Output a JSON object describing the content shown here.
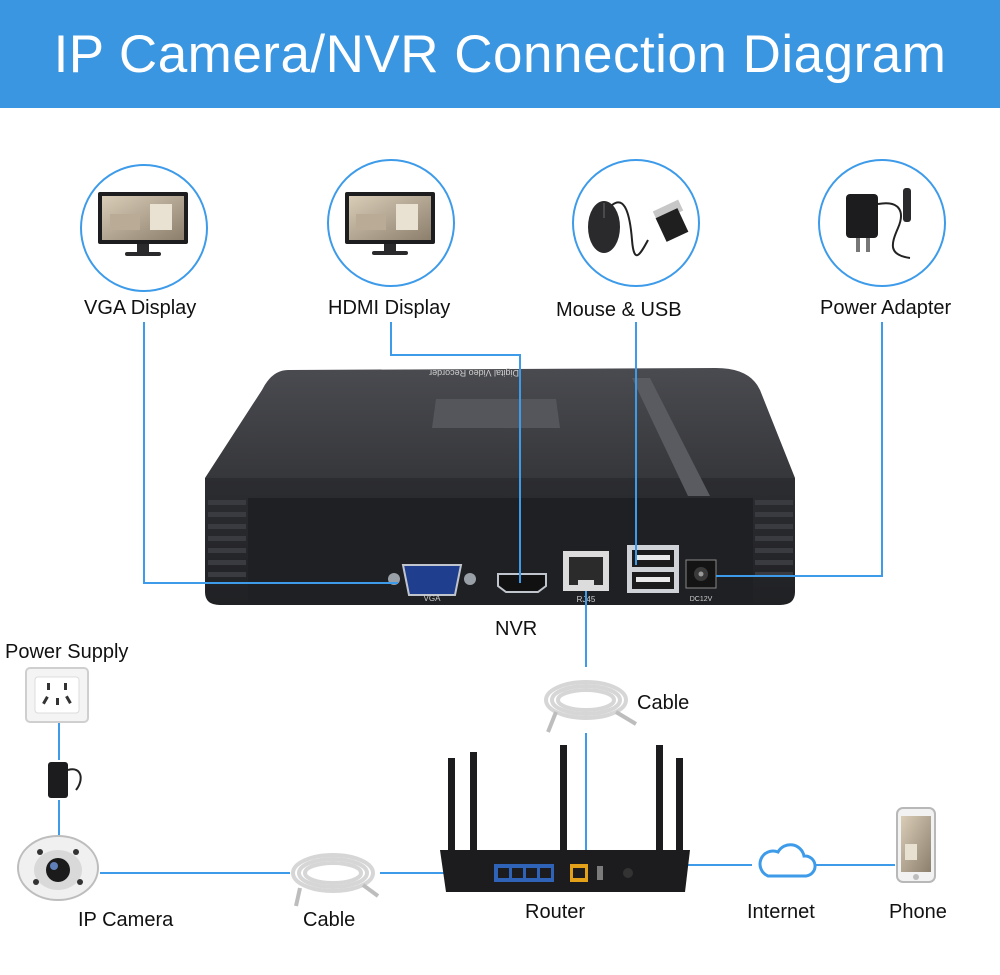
{
  "title": "IP Camera/NVR Connection Diagram",
  "colors": {
    "banner": "#3a96e0",
    "line": "#3d9be9",
    "nvr": "#2e2f33",
    "router": "#1c1c1e"
  },
  "nodes": {
    "vga_display": "VGA Display",
    "hdmi_display": "HDMI Display",
    "mouse_usb": "Mouse & USB",
    "power_adapter": "Power Adapter",
    "nvr": "NVR",
    "power_supply": "Power Supply",
    "cable_top": "Cable",
    "ip_camera": "IP Camera",
    "cable_bottom": "Cable",
    "router": "Router",
    "internet": "Internet",
    "phone": "Phone"
  },
  "nvr_device": {
    "top_label": "Digital Video Recorder",
    "ports": {
      "vga": "VGA",
      "rj45": "RJ45",
      "dc": "DC12V"
    }
  }
}
